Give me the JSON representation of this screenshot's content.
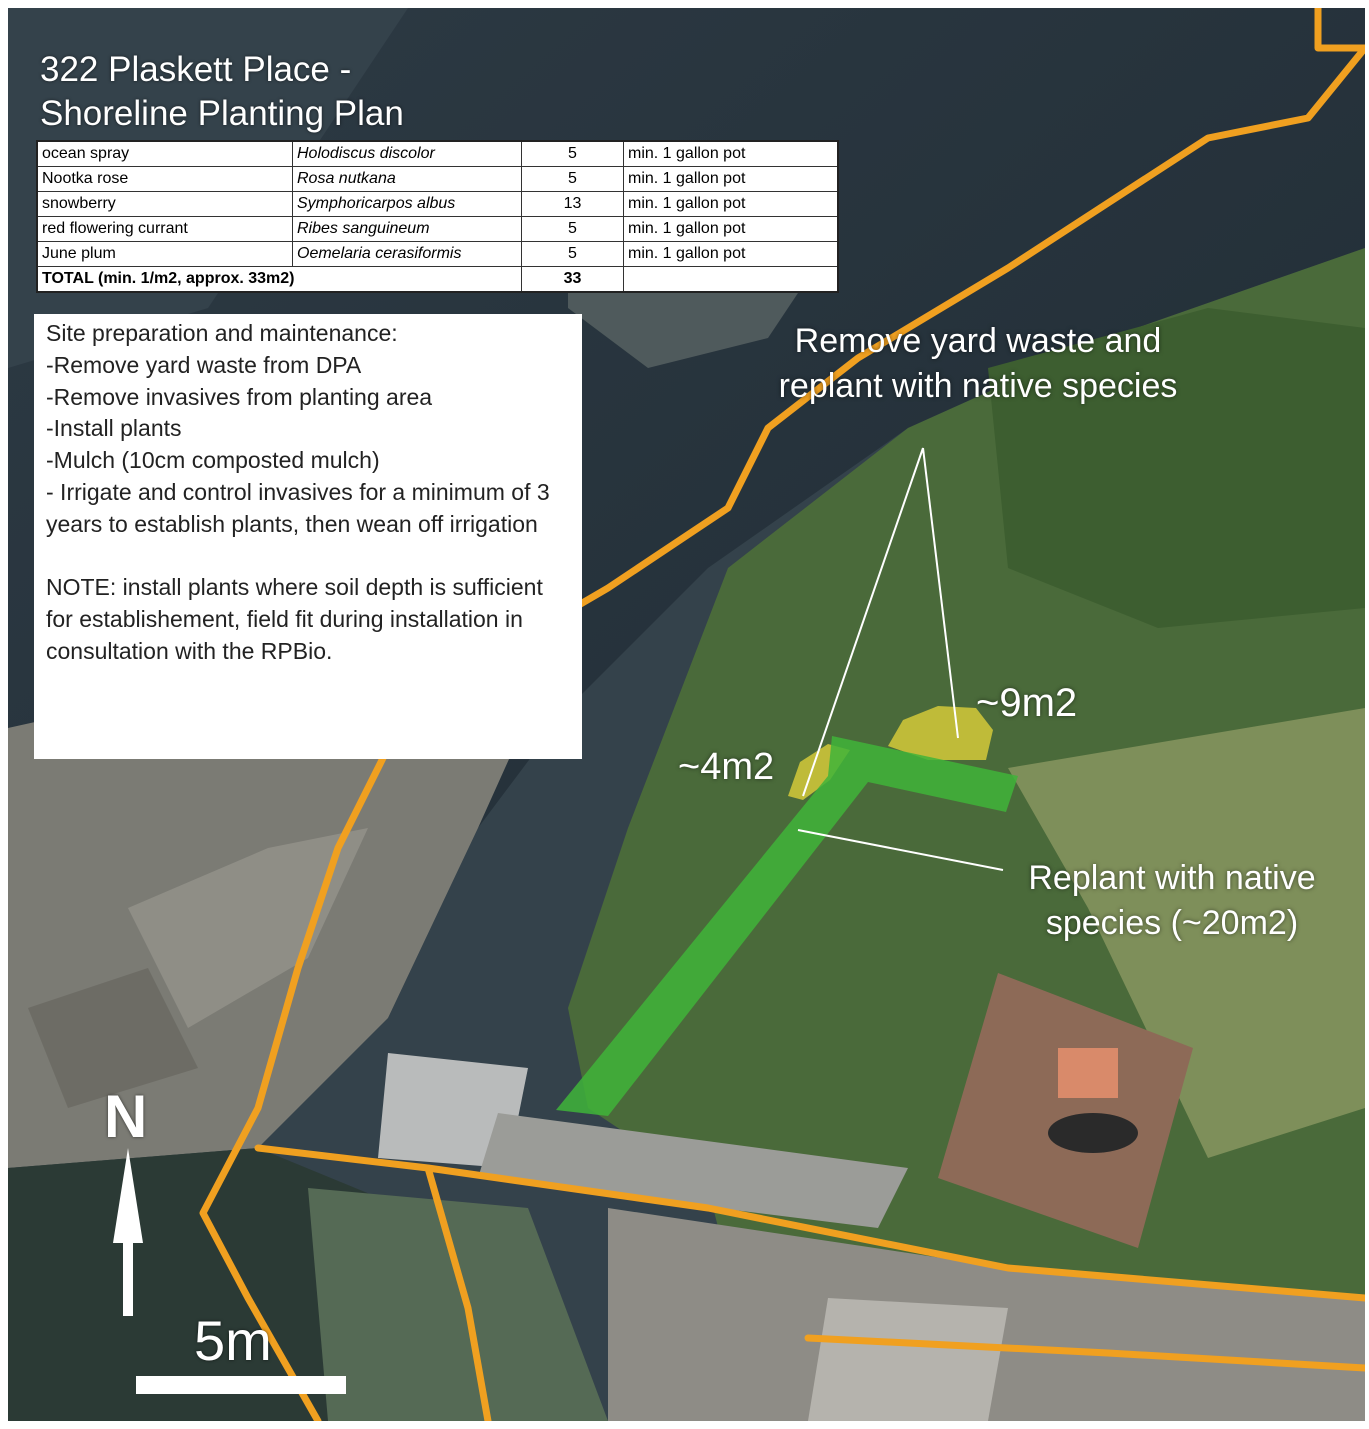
{
  "title": {
    "line1": "322 Plaskett Place -",
    "line2": "Shoreline Planting Plan"
  },
  "planting_table": {
    "rows": [
      {
        "common": "ocean spray",
        "scientific": "Holodiscus discolor",
        "qty": "5",
        "size": "min. 1 gallon pot"
      },
      {
        "common": "Nootka rose",
        "scientific": "Rosa nutkana",
        "qty": "5",
        "size": "min. 1 gallon pot"
      },
      {
        "common": "snowberry",
        "scientific": "Symphoricarpos albus",
        "qty": "13",
        "size": "min. 1 gallon pot"
      },
      {
        "common": "red flowering currant",
        "scientific": "Ribes sanguineum",
        "qty": "5",
        "size": "min. 1 gallon pot"
      },
      {
        "common": "June plum",
        "scientific": "Oemelaria cerasiformis",
        "qty": "5",
        "size": "min. 1 gallon pot"
      }
    ],
    "total": {
      "label": "TOTAL (min. 1/m2, approx. 33m2)",
      "qty": "33"
    }
  },
  "notes": {
    "text": "Site preparation and maintenance:\n-Remove yard waste from DPA\n-Remove invasives from planting area\n-Install plants\n-Mulch (10cm composted mulch)\n- Irrigate and control invasives for a minimum of 3 years to establish plants, then wean off irrigation\n\nNOTE: install plants where soil depth is sufficient for establishement, field fit during installation in consultation with the RPBio."
  },
  "callouts": {
    "remove_yard_waste": "Remove yard waste and replant with native species",
    "area_9": "~9m2",
    "area_4": "~4m2",
    "replant": "Replant with native species (~20m2)"
  },
  "north_arrow": {
    "label": "N"
  },
  "scale_bar": {
    "label": "5m"
  },
  "colors": {
    "property_line": "#f0a020",
    "replant_strip": "#3fb43a",
    "yard_waste_zone": "#e0d23a"
  }
}
